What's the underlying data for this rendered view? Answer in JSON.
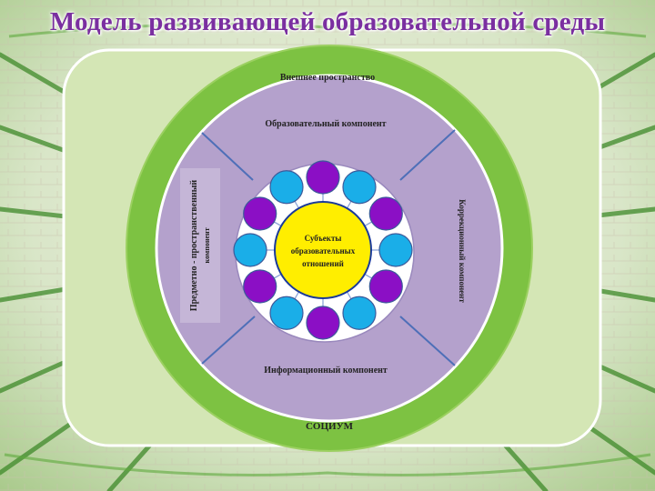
{
  "title": "Модель развивающей образовательной среды",
  "diagram": {
    "outer_ring_label": "Внешнее пространство",
    "bottom_label": "СОЦИУМ",
    "components": {
      "top": "Образовательный компонент",
      "bottom": "Информационный компонент",
      "left_line1": "Предметно - пространственный",
      "left_line2": "компонент",
      "right": "Коррекционный компонент"
    },
    "center_line1": "Субъекты",
    "center_line2": "образовательных",
    "center_line3": "отношений",
    "circle_colors": [
      "#8b0fc5",
      "#1aaee8",
      "#8b0fc5",
      "#1aaee8",
      "#8b0fc5",
      "#1aaee8",
      "#8b0fc5",
      "#1aaee8",
      "#8b0fc5",
      "#1aaee8",
      "#8b0fc5",
      "#1aaee8"
    ],
    "colors": {
      "outer_ring": "#7dc242",
      "component_ring": "#b4a1cc",
      "inner_disk": "#ffffff",
      "center": "#ffee00",
      "panel": "#d4e6b5"
    }
  }
}
